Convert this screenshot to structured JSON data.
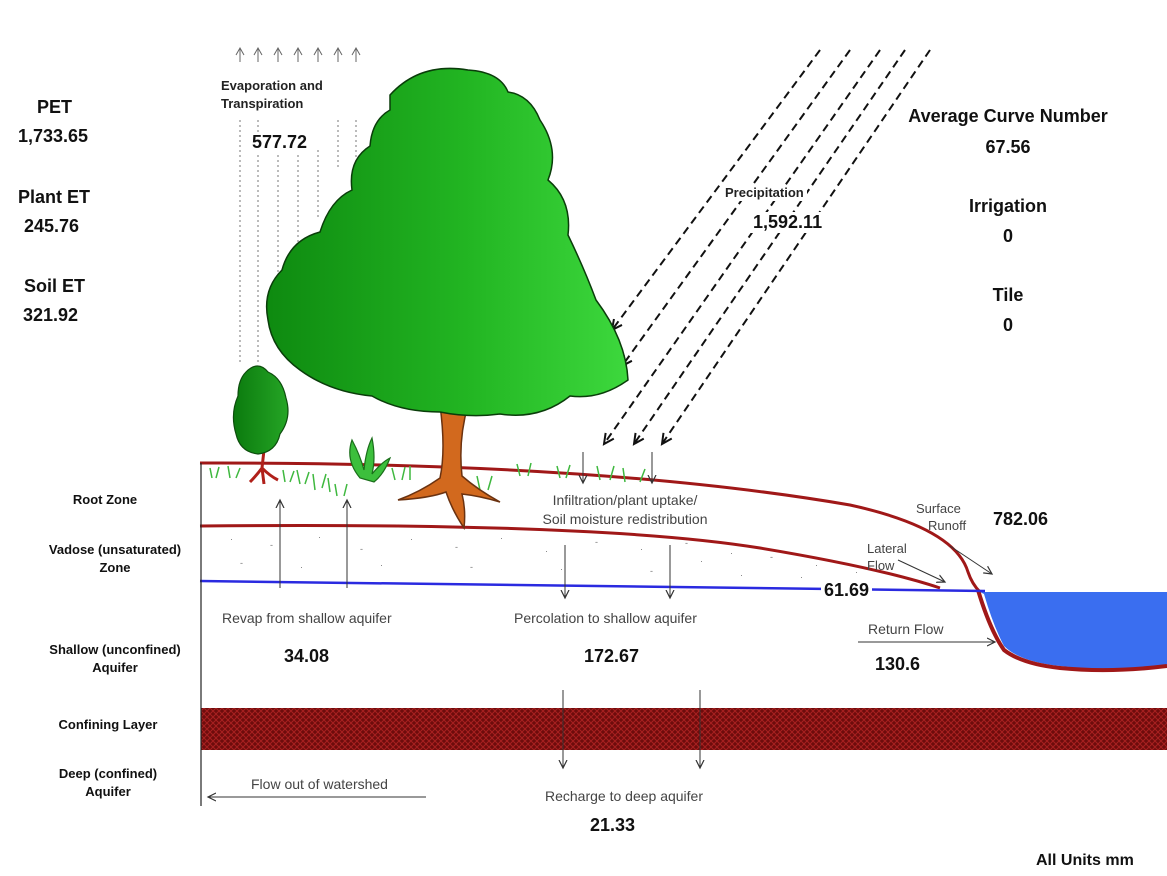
{
  "left_stats": {
    "pet_label": "PET",
    "pet_value": "1,733.65",
    "plant_et_label": "Plant ET",
    "plant_et_value": "245.76",
    "soil_et_label": "Soil ET",
    "soil_et_value": "321.92"
  },
  "right_stats": {
    "cn_label": "Average Curve Number",
    "cn_value": "67.56",
    "irrigation_label": "Irrigation",
    "irrigation_value": "0",
    "tile_label": "Tile",
    "tile_value": "0"
  },
  "evapotranspiration": {
    "label_line1": "Evaporation and",
    "label_line2": "Transpiration",
    "value": "577.72"
  },
  "precipitation": {
    "label": "Precipitation",
    "value": "1,592.11"
  },
  "infiltration": {
    "label_line1": "Infiltration/plant uptake/",
    "label_line2": "Soil moisture redistribution"
  },
  "surface_runoff": {
    "label_line1": "Surface",
    "label_line2": "Runoff",
    "value": "782.06"
  },
  "lateral_flow": {
    "label_line1": "Lateral",
    "label_line2": "Flow",
    "value": "61.69"
  },
  "revap": {
    "label": "Revap from shallow aquifer",
    "value": "34.08"
  },
  "percolation": {
    "label": "Percolation to shallow aquifer",
    "value": "172.67"
  },
  "return_flow": {
    "label": "Return Flow",
    "value": "130.6"
  },
  "recharge": {
    "label": "Recharge to deep aquifer",
    "value": "21.33"
  },
  "flow_out": {
    "label": "Flow out of watershed"
  },
  "layers": {
    "root_zone": "Root Zone",
    "vadose_line1": "Vadose (unsaturated)",
    "vadose_line2": "Zone",
    "shallow_line1": "Shallow (unconfined)",
    "shallow_line2": "Aquifer",
    "confining": "Confining Layer",
    "deep_line1": "Deep (confined)",
    "deep_line2": "Aquifer"
  },
  "units_note": "All Units mm",
  "colors": {
    "soil_line": "#a01818",
    "water_table": "#2a2ae0",
    "stream": "#3a6ef0",
    "tree_green": "#2fbf2f",
    "trunk": "#d2691e",
    "confining": "#7a1010"
  }
}
